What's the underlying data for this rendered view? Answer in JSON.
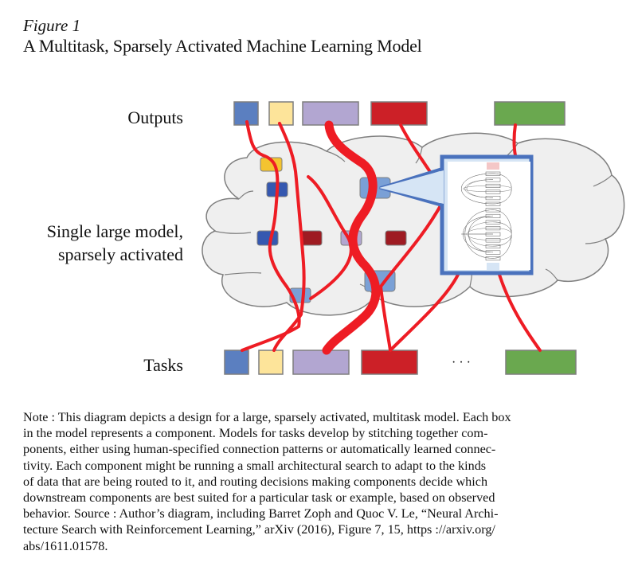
{
  "figure": {
    "label": "Figure 1",
    "title": "A Multitask, Sparsely Activated Machine Learning Model"
  },
  "diagram": {
    "row_labels": {
      "outputs": "Outputs",
      "model_line1": "Single large model,",
      "model_line2": "sparsely activated",
      "tasks": "Tasks"
    },
    "ellipsis": "· · ·",
    "colors": {
      "blue": "#5b7fc0",
      "yellow": "#fde49a",
      "purple": "#b2a6d1",
      "red": "#cc2027",
      "green": "#6aa84f",
      "route": "#ee1c24",
      "cloud_fill": "#efefef",
      "cloud_stroke": "#7f7f7f",
      "callout_border": "#4a72bd",
      "callout_fill": "#d6e5f5"
    },
    "outputs": [
      "blue",
      "yellow",
      "purple",
      "red",
      "green"
    ],
    "tasks": [
      "blue",
      "yellow",
      "purple",
      "red",
      "green"
    ],
    "components": [
      "yellow",
      "dark-blue",
      "light-blue",
      "dark-blue",
      "dark-red",
      "lavender",
      "dark-red",
      "light-blue",
      "light-blue"
    ],
    "callout": {
      "description": "Zoomed view of one component showing a neural architecture search cell diagram"
    }
  },
  "note": {
    "text": "Note : This diagram depicts a design for a large, sparsely activated, multitask model. Each box in the model represents a component. Models for tasks develop by stitching together com-ponents, either using human-specified connection patterns or automatically learned connec-tivity. Each component might be running a small architectural search to adapt to the kinds of data that are being routed to it, and routing decisions making components decide which downstream components are best suited for a particular task or example, based on observed behavior. Source : Author’s diagram, including Barret Zoph and Quoc V. Le, “Neural Archi-tecture Search with Reinforcement Learning,” arXiv (2016), Figure 7, 15, https ://arxiv.org/abs/1611.01578.",
    "lines": [
      "Note : This diagram depicts a design for a large, sparsely activated, multitask model. Each box",
      "in the model represents a component. Models for tasks develop by stitching together com-",
      "ponents, either using human-specified connection patterns or automatically learned connec-",
      "tivity. Each component might be running a small architectural search to adapt to the kinds",
      "of data that are being routed to it, and routing decisions making components decide which",
      "downstream components are best suited for a particular task or example, based on observed",
      "behavior. Source : Author’s diagram, including Barret Zoph and Quoc V. Le, “Neural Archi-",
      "tecture Search with Reinforcement Learning,” arXiv (2016), Figure 7, 15, https ://arxiv.org/",
      "abs/1611.01578."
    ]
  }
}
